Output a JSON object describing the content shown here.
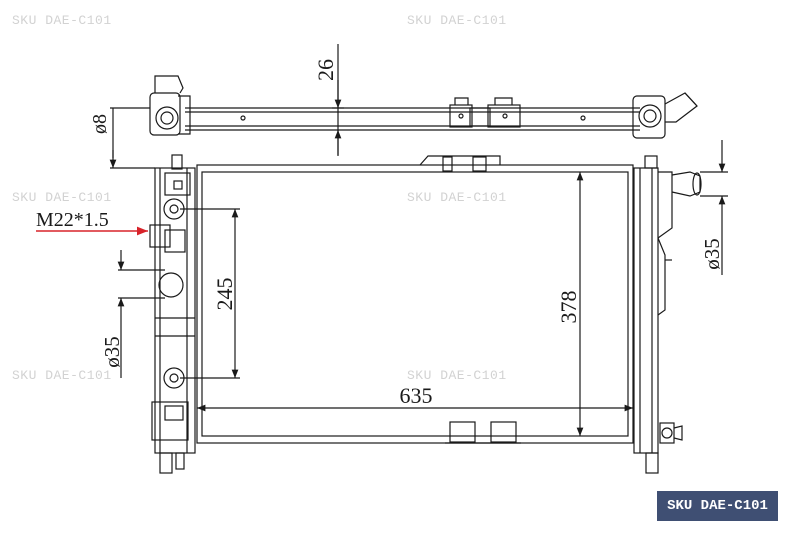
{
  "watermark": {
    "text": "SKU DAE-C101",
    "positions": [
      {
        "id": "wm-1"
      },
      {
        "id": "wm-2"
      },
      {
        "id": "wm-3"
      },
      {
        "id": "wm-4"
      },
      {
        "id": "wm-5"
      },
      {
        "id": "wm-6"
      }
    ]
  },
  "badge": {
    "label": "SKU DAE-C101",
    "color": "#3f4f73"
  },
  "dimensions": {
    "top_offset": "26",
    "pipe_dia_top": "ø8",
    "thread": "M22*1.5",
    "inlet_dia_left": "ø35",
    "port_spacing": "245",
    "core_height": "378",
    "core_width": "635",
    "outlet_dia_right": "ø35"
  },
  "colors": {
    "line": "#1a1a1a",
    "arrow_red": "#d8232a"
  }
}
